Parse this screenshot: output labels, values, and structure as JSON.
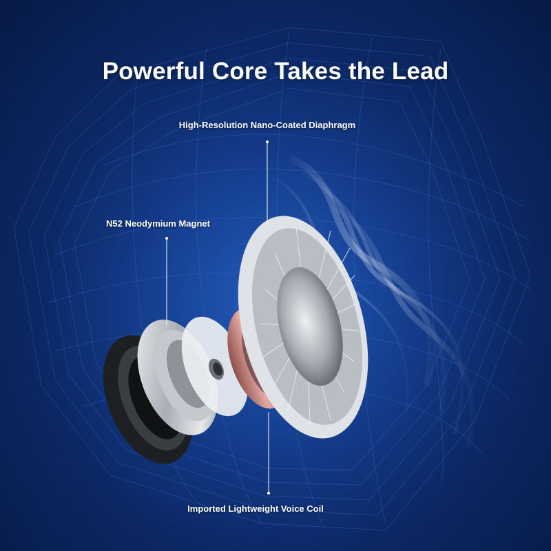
{
  "title": "Powerful Core Takes the Lead",
  "callouts": {
    "diaphragm": "High-Resolution Nano-Coated Diaphragm",
    "magnet": "N52 Neodymium Magnet",
    "voice_coil": "Imported Lightweight Voice Coil"
  },
  "colors": {
    "background_dark": "#071a45",
    "background_mid": "#1a4ea8",
    "mesh": "#3f7fe0",
    "voice_coil": "#c98a86",
    "text": "#ffffff"
  },
  "icons": [
    "wave-mesh",
    "sound-wave-swirl",
    "speaker-driver-exploded-view"
  ]
}
